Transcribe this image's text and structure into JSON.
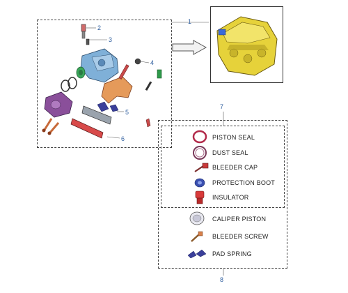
{
  "callouts": {
    "c1": "1",
    "c2": "2",
    "c3": "3",
    "c4": "4",
    "c5": "5",
    "c6": "6",
    "c7": "7",
    "c8": "8"
  },
  "legend": {
    "kit_items": [
      {
        "label": "PISTON SEAL",
        "icon": "piston-seal-icon"
      },
      {
        "label": "DUST SEAL",
        "icon": "dust-seal-icon"
      },
      {
        "label": "BLEEDER CAP",
        "icon": "bleeder-cap-icon"
      },
      {
        "label": "PROTECTION BOOT",
        "icon": "protection-boot-icon"
      },
      {
        "label": "INSULATOR",
        "icon": "insulator-icon"
      }
    ],
    "other_items": [
      {
        "label": "CALIPER PISTON",
        "icon": "caliper-piston-icon"
      },
      {
        "label": "BLEEDER SCREW",
        "icon": "bleeder-screw-icon"
      },
      {
        "label": "PAD SPRING",
        "icon": "pad-spring-icon"
      }
    ]
  },
  "colors": {
    "callout": "#2f5f9f",
    "caliper_yellow": "#e6d23a",
    "seal_red": "#b22a4a",
    "piston_purple": "#8a4f9a",
    "bracket_orange": "#e59a5a",
    "housing_blue": "#7fb0d8",
    "pad_red": "#d84a4a",
    "pad_grey": "#9aa3ad",
    "bleeder_green": "#2e9a4a",
    "boot_blue": "#3a4fb0",
    "spring_navy": "#3a3f9a"
  }
}
